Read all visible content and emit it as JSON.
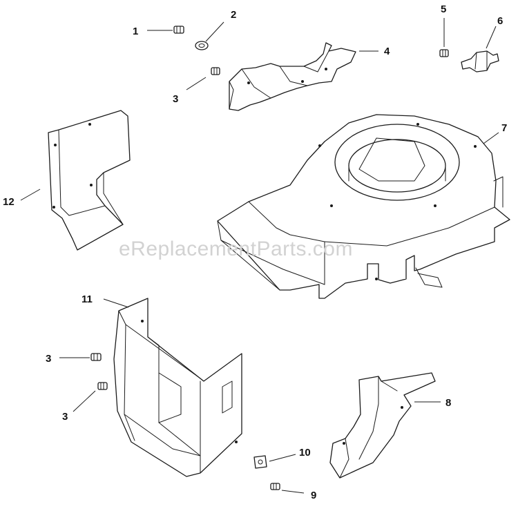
{
  "watermark": "eReplacementParts.com",
  "callouts": {
    "c1": "1",
    "c2": "2",
    "c3a": "3",
    "c3b": "3",
    "c3c": "3",
    "c4": "4",
    "c5": "5",
    "c6": "6",
    "c7": "7",
    "c8": "8",
    "c9": "9",
    "c10": "10",
    "c11": "11",
    "c12": "12"
  }
}
